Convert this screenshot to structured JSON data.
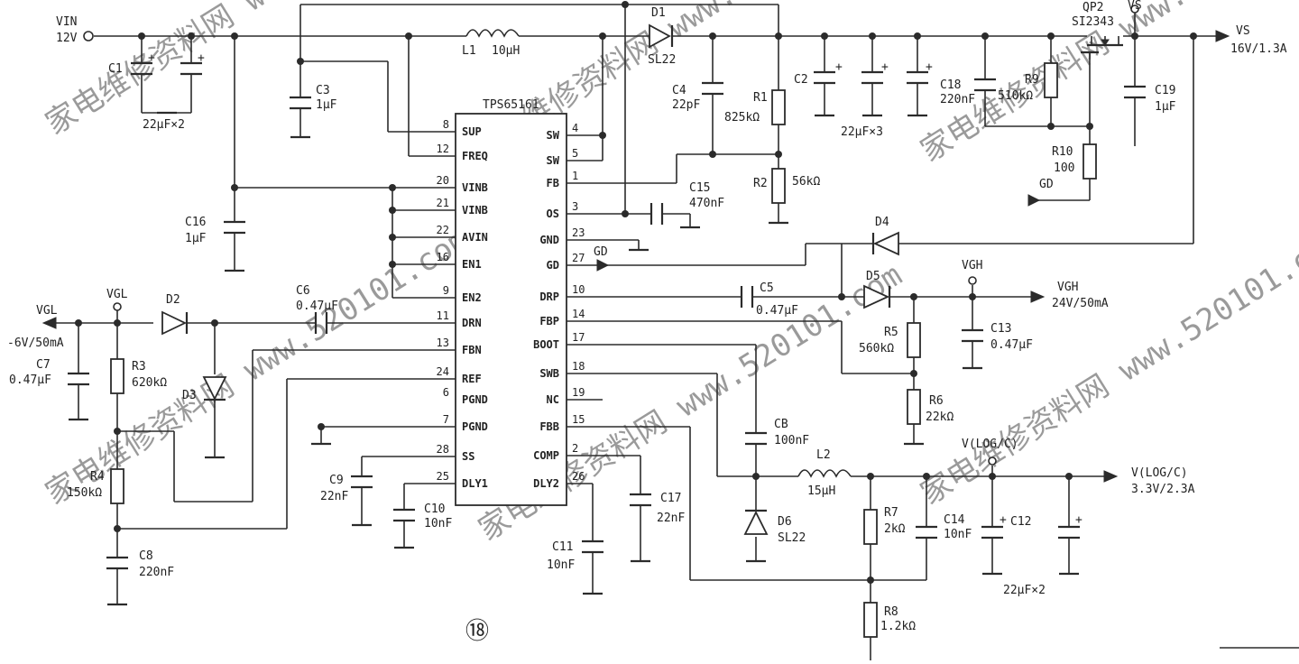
{
  "ic": {
    "name": "TPS65161",
    "left_pins": [
      {
        "num": "8",
        "name": "SUP"
      },
      {
        "num": "12",
        "name": "FREQ"
      },
      {
        "num": "20",
        "name": "VINB"
      },
      {
        "num": "21",
        "name": "VINB"
      },
      {
        "num": "22",
        "name": "AVIN"
      },
      {
        "num": "16",
        "name": "EN1"
      },
      {
        "num": "9",
        "name": "EN2"
      },
      {
        "num": "11",
        "name": "DRN"
      },
      {
        "num": "13",
        "name": "FBN"
      },
      {
        "num": "24",
        "name": "REF"
      },
      {
        "num": "6",
        "name": "PGND"
      },
      {
        "num": "7",
        "name": "PGND"
      },
      {
        "num": "28",
        "name": "SS"
      },
      {
        "num": "25",
        "name": "DLY1"
      }
    ],
    "right_pins": [
      {
        "num": "4",
        "name": "SW"
      },
      {
        "num": "5",
        "name": "SW"
      },
      {
        "num": "1",
        "name": "FB"
      },
      {
        "num": "3",
        "name": "OS"
      },
      {
        "num": "23",
        "name": "GND"
      },
      {
        "num": "27",
        "name": "GD"
      },
      {
        "num": "10",
        "name": "DRP"
      },
      {
        "num": "14",
        "name": "FBP"
      },
      {
        "num": "17",
        "name": "BOOT"
      },
      {
        "num": "18",
        "name": "SWB"
      },
      {
        "num": "19",
        "name": "NC"
      },
      {
        "num": "15",
        "name": "FBB"
      },
      {
        "num": "2",
        "name": "COMP"
      },
      {
        "num": "26",
        "name": "DLY2"
      }
    ]
  },
  "labels": {
    "vin": "VIN",
    "vin_v": "12V",
    "c1": "C1",
    "c1_2": "22μF×2",
    "c3": "C3",
    "c3_v": "1μF",
    "l1": "L1",
    "l1_v": "10μH",
    "d1": "D1",
    "d1_v": "SL22",
    "c4": "C4",
    "c4_v": "22pF",
    "r1": "R1",
    "r1_v": "825kΩ",
    "r2": "R2",
    "r2_v": "56kΩ",
    "c15": "C15",
    "c15_v": "470nF",
    "c2": "C2",
    "c2_3": "22μF×3",
    "c18": "C18",
    "c18_v": "220nF",
    "r9": "R9",
    "r9_v": "510kΩ",
    "qp2": "QP2",
    "qp2_v": "SI2343",
    "vs_node": "VS",
    "vs_out": "VS",
    "vs_spec": "16V/1.3A",
    "c19": "C19",
    "c19_v": "1μF",
    "r10": "R10",
    "r10_v": "100",
    "gd1": "GD",
    "gd2": "GD",
    "c16": "C16",
    "c16_v": "1μF",
    "d4": "D4",
    "d5": "D5",
    "vgh_node": "VGH",
    "vgh_out": "VGH",
    "vgh_spec": "24V/50mA",
    "c5": "C5",
    "c5_v": "0.47μF",
    "r5": "R5",
    "r5_v": "560kΩ",
    "r6": "R6",
    "r6_v": "22kΩ",
    "c13": "C13",
    "c13_v": "0.47μF",
    "vgl_out": "VGL",
    "vgl_node": "VGL",
    "vgl_spec": "-6V/50mA",
    "d2": "D2",
    "d3": "D3",
    "c6": "C6",
    "c6_v": "0.47μF",
    "c7": "C7",
    "c7_v": "0.47μF",
    "r3": "R3",
    "r3_v": "620kΩ",
    "r4": "R4",
    "r4_v": "150kΩ",
    "c8": "C8",
    "c8_v": "220nF",
    "c9": "C9",
    "c9_v": "22nF",
    "c10": "C10",
    "c10_v": "10nF",
    "c11": "C11",
    "c11_v": "10nF",
    "c17": "C17",
    "c17_v": "22nF",
    "cb": "CB",
    "cb_v": "100nF",
    "d6": "D6",
    "d6_v": "SL22",
    "l2": "L2",
    "l2_v": "15μH",
    "r7": "R7",
    "r7_v": "2kΩ",
    "c14": "C14",
    "c14_v": "10nF",
    "c12": "C12",
    "c12_2": "22μF×2",
    "vlog_node": "V(LOG/C)",
    "vlog_out": "V(LOG/C)",
    "vlog_spec": "3.3V/2.3A",
    "r8": "R8",
    "r8_v": "1.2kΩ",
    "fig": "⑱"
  },
  "watermark": "家电维修资料网 www.520101.com"
}
